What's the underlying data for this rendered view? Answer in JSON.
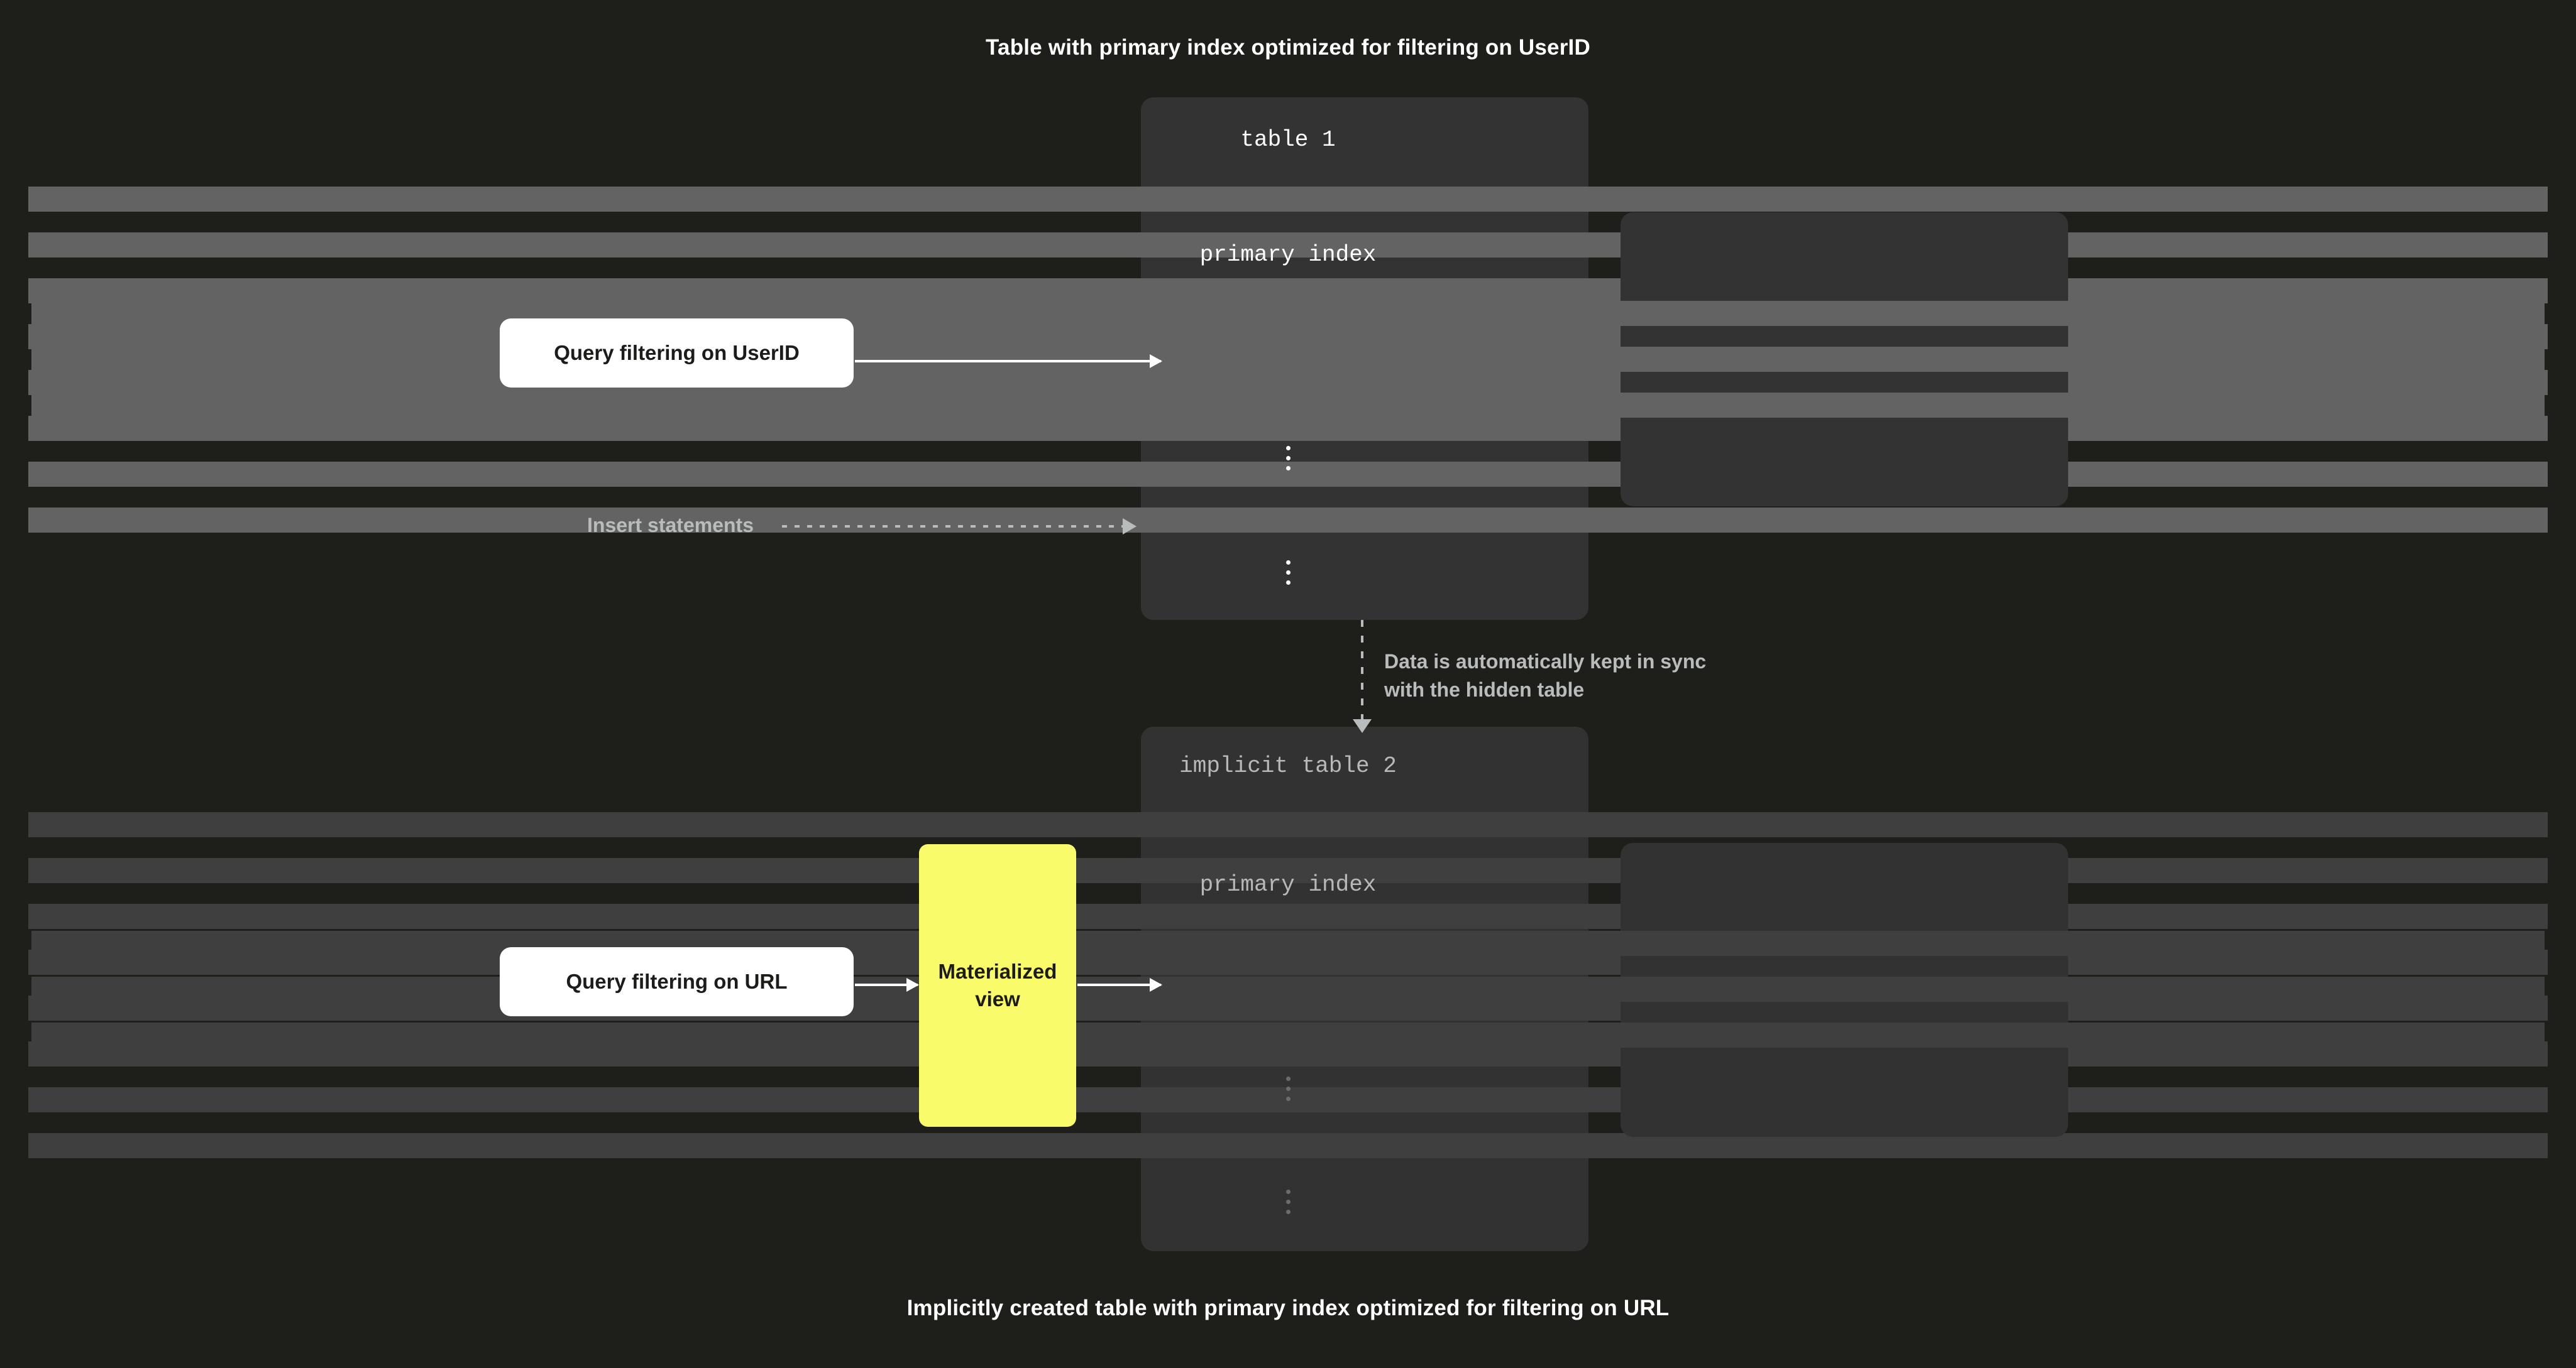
{
  "captions": {
    "top": "Table with primary index optimized for filtering on UserID",
    "bottom": "Implicitly created table with primary index optimized for filtering on URL"
  },
  "colors": {
    "background": "#1e1e1b",
    "card": "#333333",
    "card_dim": "#323232",
    "row": "#636363",
    "row_dim": "#3f3f3f",
    "accent_yellow": "#fafb6b",
    "pill_white": "#ffffff",
    "arrow_white": "#ffffff",
    "arrow_dashed": "#b9bcbc",
    "text_dim": "#b8b8b8"
  },
  "tables": {
    "table1": {
      "title": "table 1",
      "row_count": 8,
      "ellipsis": "vertical-ellipsis"
    },
    "primary_index_top": {
      "title": "primary index",
      "row_count": 3,
      "ellipsis": "vertical-ellipsis"
    },
    "table2": {
      "title": "implicit table 2",
      "row_count": 8,
      "ellipsis": "vertical-ellipsis"
    },
    "primary_index_bottom": {
      "title": "primary index",
      "row_count": 3,
      "ellipsis": "vertical-ellipsis"
    }
  },
  "nodes": {
    "query_userid": "Query filtering on UserID",
    "query_url": "Query filtering on URL",
    "materialized_view": "Materialized\nview"
  },
  "connectors": {
    "insert_statements": "Insert statements",
    "sync_note": "Data is automatically kept in sync\nwith the hidden table"
  }
}
